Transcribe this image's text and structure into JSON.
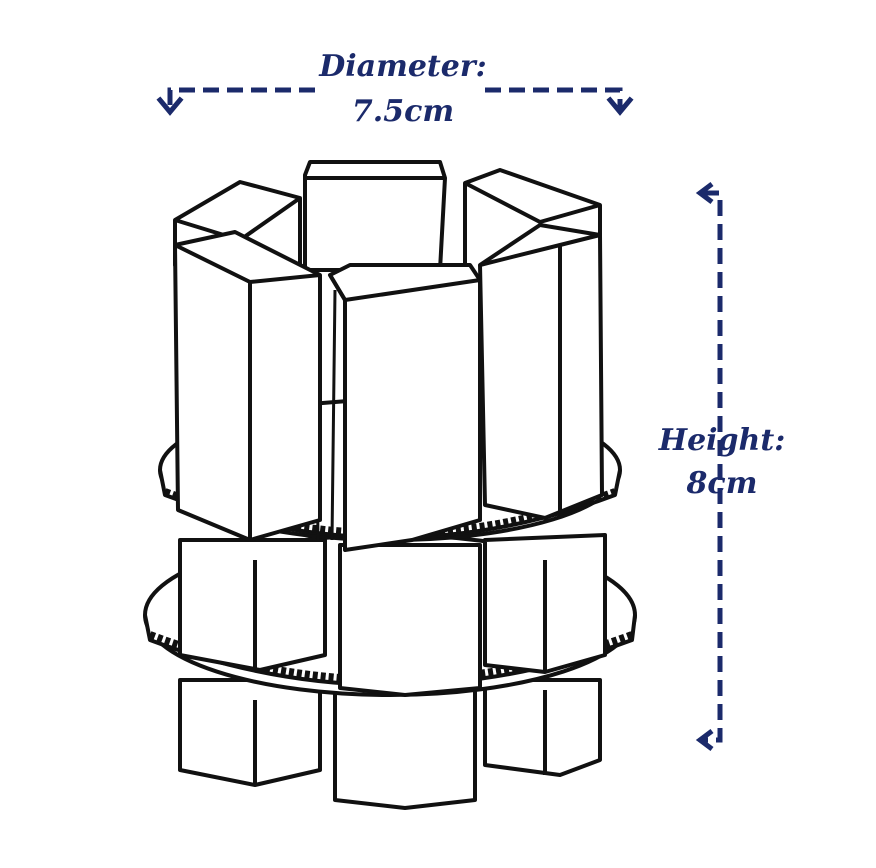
{
  "labels": {
    "diameter_title": "Diameter:",
    "diameter_value": "7.5cm",
    "height_title": "Height:",
    "height_value": "8cm"
  },
  "colors": {
    "dimension": "#1b2a6b",
    "ink": "#111111",
    "paper": "#ffffff"
  }
}
